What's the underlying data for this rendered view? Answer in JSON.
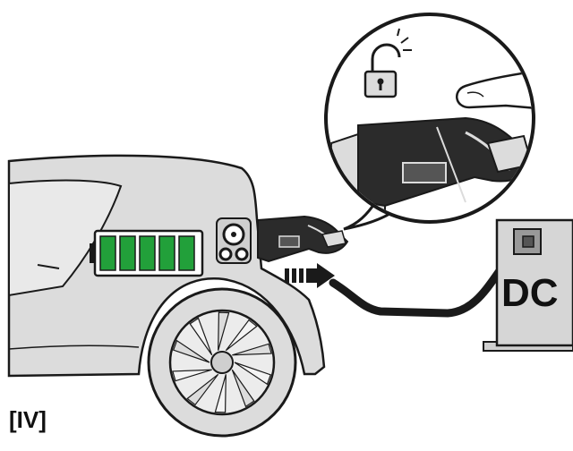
{
  "step_label": "[IV]",
  "station_label": "DC",
  "battery": {
    "segments_filled": 5,
    "segments_total": 5
  },
  "colors": {
    "car_body": "#dcdcdc",
    "car_window": "#e8e8e8",
    "outline": "#1a1a1a",
    "battery_green": "#22a03a",
    "plug_dark": "#2b2b2b",
    "station": "#d6d6d6",
    "cable": "#1a1a1a"
  },
  "icons": [
    "charging-port-icon",
    "padlock-unlocked-icon",
    "finger-press-icon",
    "insert-arrow-icon"
  ]
}
